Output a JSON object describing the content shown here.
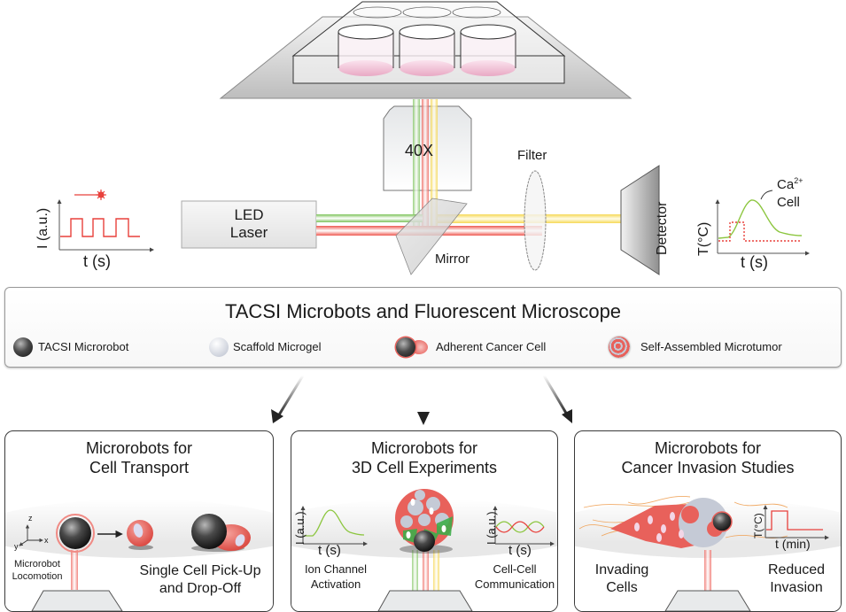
{
  "figure": {
    "title": "TACSI Microbots and Fluorescent Microscope"
  },
  "setup": {
    "objective_label": "40X",
    "filter_label": "Filter",
    "mirror_label": "Mirror",
    "detector_label": "Detector",
    "source_label_line1": "LED",
    "source_label_line2": "Laser",
    "input_plot": {
      "ylabel": "I (a.u.)",
      "xlabel": "t (s)",
      "signal": "square-pulse",
      "color": "#e8413c"
    },
    "output_plot": {
      "ylabel": "T(°C)",
      "xlabel": "t (s)",
      "annotation_line1": "Ca",
      "annotation_sup": "2+",
      "annotation_line2": "Cell",
      "curve_color": "#8cc63f",
      "pulse_color": "#e8413c"
    }
  },
  "legend": {
    "items": [
      {
        "label": "TACSI Microrobot",
        "icon": "microrobot-sphere-icon"
      },
      {
        "label": "Scaffold Microgel",
        "icon": "microgel-sphere-icon"
      },
      {
        "label": "Adherent Cancer Cell",
        "icon": "adherent-cell-icon"
      },
      {
        "label": "Self-Assembled Microtumor",
        "icon": "microtumor-icon"
      }
    ]
  },
  "panels": [
    {
      "title_line1": "Microrobots for",
      "title_line2": "Cell Transport",
      "axes": {
        "z": "z",
        "y": "y",
        "x": "x"
      },
      "left_caption_line1": "Microrobot",
      "left_caption_line2": "Locomotion",
      "right_caption_line1": "Single Cell Pick-Up",
      "right_caption_line2": "and Drop-Off"
    },
    {
      "title_line1": "Microrobots for",
      "title_line2": "3D Cell Experiments",
      "left_plot": {
        "ylabel": "I (a.u.)",
        "xlabel": "t (s)"
      },
      "right_plot": {
        "ylabel": "I (a.u.)",
        "xlabel": "t (s)"
      },
      "left_caption_line1": "Ion Channel",
      "left_caption_line2": "Activation",
      "right_caption_line1": "Cell-Cell",
      "right_caption_line2": "Communication"
    },
    {
      "title_line1": "Microrobots for",
      "title_line2": "Cancer Invasion Studies",
      "plot": {
        "ylabel": "T(°C)",
        "xlabel": "t (min)"
      },
      "left_caption_line1": "Invading",
      "left_caption_line2": "Cells",
      "right_caption_line1": "Reduced",
      "right_caption_line2": "Invasion"
    }
  ],
  "colors": {
    "green_beam": "#7cc35a",
    "red_beam": "#ee5a52",
    "yellow_beam": "#f5d442",
    "cell_red": "#e8615b",
    "robot_dark": "#3a3a3a",
    "fiber_orange": "#f0a45a"
  }
}
